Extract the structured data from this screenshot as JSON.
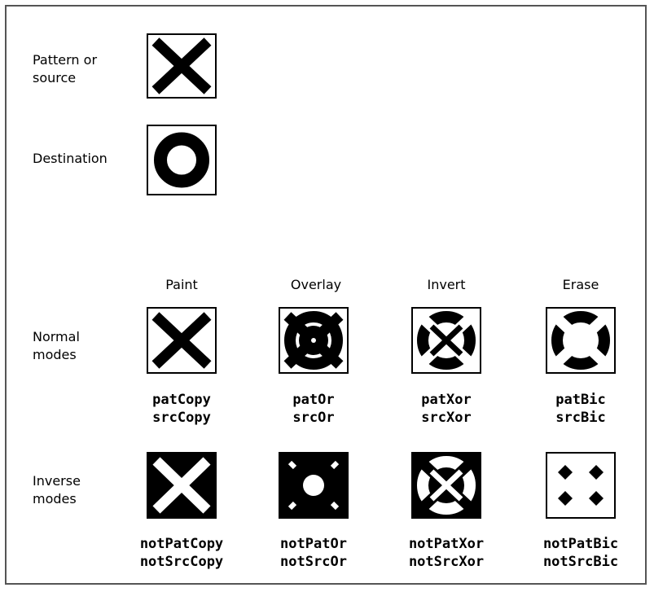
{
  "row_labels": {
    "pattern": [
      "Pattern or",
      "source"
    ],
    "destination": "Destination",
    "normal": [
      "Normal",
      "modes"
    ],
    "inverse": [
      "Inverse",
      "modes"
    ]
  },
  "columns": [
    "Paint",
    "Overlay",
    "Invert",
    "Erase"
  ],
  "normal_modes": [
    [
      "patCopy",
      "srcCopy"
    ],
    [
      "patOr",
      "srcOr"
    ],
    [
      "patXor",
      "srcXor"
    ],
    [
      "patBic",
      "srcBic"
    ]
  ],
  "inverse_modes": [
    [
      "notPatCopy",
      "notSrcCopy"
    ],
    [
      "notPatOr",
      "notSrcOr"
    ],
    [
      "notPatXor",
      "notSrcXor"
    ],
    [
      "notPatBic",
      "notSrcBic"
    ]
  ],
  "colors": {
    "ink": "#000000",
    "paper": "#ffffff",
    "frame": "#555555"
  }
}
